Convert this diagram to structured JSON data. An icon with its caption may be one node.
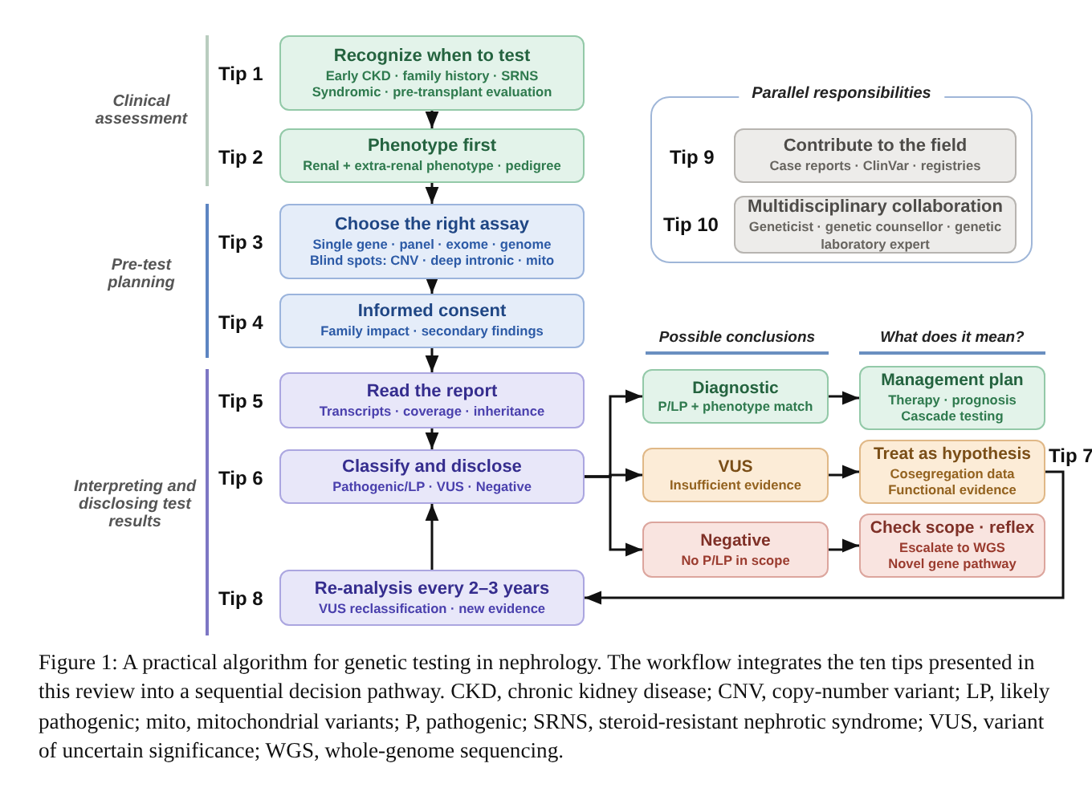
{
  "diagram": {
    "caption": "Figure 1: A practical algorithm for genetic testing in nephrology. The workflow integrates the ten tips presented in this review into a sequential decision pathway. CKD, chronic kidney disease; CNV, copy-number variant; LP, likely pathogenic; mito, mitochondrial variants; P, pathogenic; SRNS, steroid-resistant nephrotic syndrome; VUS, variant of uncertain significance; WGS, whole-genome sequencing.",
    "nodes": [
      {
        "text": [
          "Recognize when to test",
          "Early CKD · family history · SRNS",
          "Syndromic · pre-transplant evaluation"
        ],
        "beside": [
          "Tip 1"
        ]
      },
      {
        "text": [
          "Phenotype first",
          "Renal + extra-renal phenotype · pedigree"
        ],
        "beside": [
          "Tip 2"
        ]
      },
      {
        "text": [
          "Choose the right assay",
          "Single gene · panel · exome · genome",
          "Blind spots: CNV · deep intronic · mito"
        ],
        "beside": [
          "Tip 3"
        ]
      },
      {
        "text": [
          "Informed consent",
          "Family impact · secondary findings"
        ],
        "beside": [
          "Tip 4"
        ]
      },
      {
        "text": [
          "Read the report",
          "Transcripts · coverage · inheritance"
        ],
        "beside": [
          "Tip 5"
        ]
      },
      {
        "text": [
          "Classify and disclose",
          "Pathogenic/LP · VUS · Negative"
        ],
        "beside": [
          "Tip 6"
        ]
      },
      {
        "text": [
          "Re-analysis every 2–3 years",
          "VUS reclassification · new evidence"
        ],
        "beside": [
          "Tip 8"
        ]
      },
      {
        "text": [
          "Parallel responsibilities"
        ]
      },
      {
        "text": [
          "Contribute to the field",
          "Case reports · ClinVar · registries"
        ],
        "beside": [
          "Tip 9"
        ],
        "in": 7
      },
      {
        "text": [
          "Multidisciplinary collaboration",
          "Geneticist · genetic counsellor · genetic laboratory expert"
        ],
        "beside": [
          "Tip 10"
        ],
        "in": 7
      },
      {
        "text": [
          "Diagnostic",
          "P/LP + phenotype match"
        ]
      },
      {
        "text": [
          "VUS",
          "Insufficient evidence"
        ]
      },
      {
        "text": [
          "Negative",
          "No P/LP in scope"
        ]
      },
      {
        "text": [
          "Management plan",
          "Therapy · prognosis",
          "Cascade testing"
        ]
      },
      {
        "text": [
          "Treat as hypothesis",
          "Cosegregation data",
          "Functional evidence"
        ],
        "beside": [
          "Tip 7"
        ]
      },
      {
        "text": [
          "Check scope · reflex",
          "Escalate to WGS",
          "Novel gene pathway"
        ]
      }
    ],
    "edges": [
      {
        "from": 0,
        "to": 1,
        "arrow": "to"
      },
      {
        "from": 1,
        "to": 2,
        "arrow": "to"
      },
      {
        "from": 2,
        "to": 3,
        "arrow": "to"
      },
      {
        "from": 3,
        "to": 4,
        "arrow": "to"
      },
      {
        "from": 4,
        "to": 5,
        "arrow": "to"
      },
      {
        "from": 6,
        "to": 5,
        "arrow": "to"
      },
      {
        "from": 5,
        "to": 10,
        "arrow": "to"
      },
      {
        "from": 5,
        "to": 11,
        "arrow": "to"
      },
      {
        "from": 5,
        "to": 12,
        "arrow": "to"
      },
      {
        "from": 10,
        "to": 13,
        "arrow": "to"
      },
      {
        "from": 11,
        "to": 14,
        "arrow": "to"
      },
      {
        "from": 12,
        "to": 15,
        "arrow": "to"
      },
      {
        "from": 14,
        "to": 6,
        "arrow": "to"
      }
    ],
    "labels": [
      "Clinical assessment",
      "Pre-test planning",
      "Interpreting and disclosing test results",
      "Possible conclusions",
      "What does it mean?"
    ]
  }
}
